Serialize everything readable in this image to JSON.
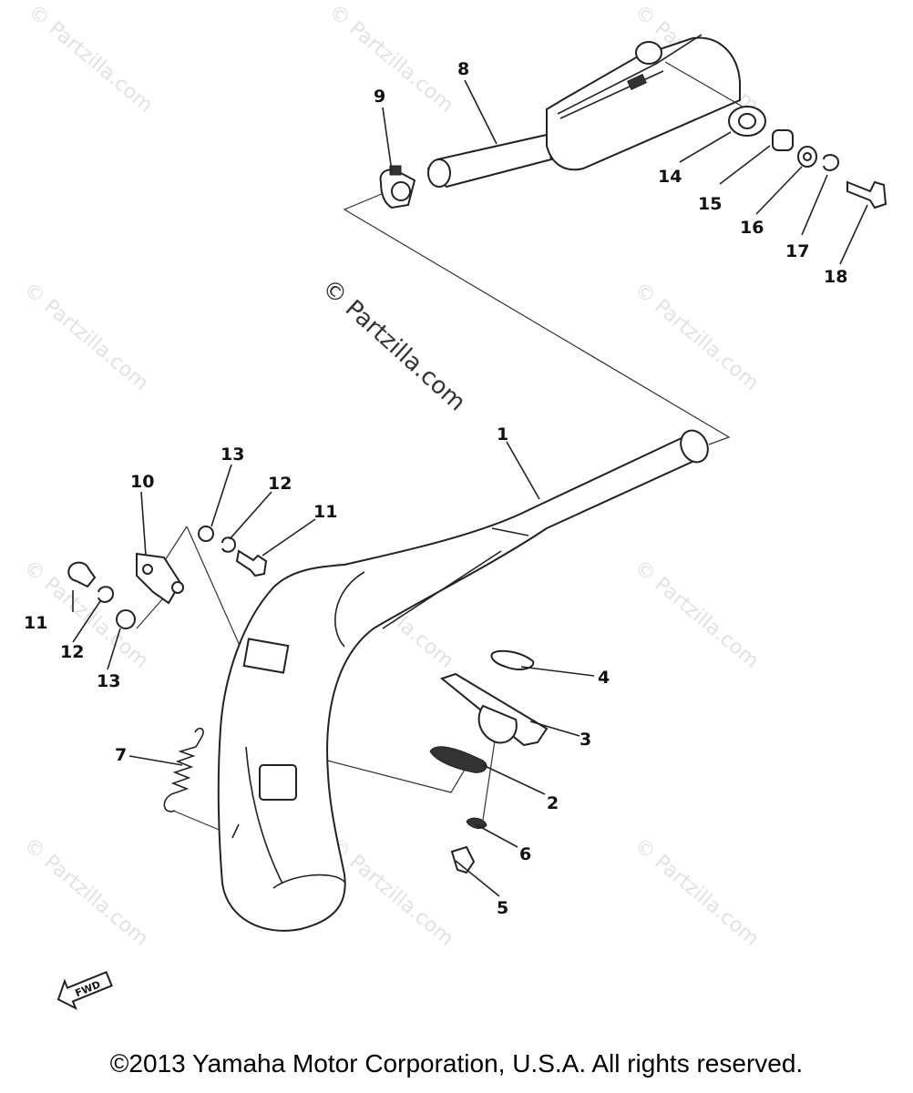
{
  "watermark": {
    "small_text": "© Partzilla.com",
    "center_text": "© Partzilla.com"
  },
  "fwd_label": "FWD",
  "callouts": [
    "1",
    "2",
    "3",
    "4",
    "5",
    "6",
    "7",
    "8",
    "9",
    "10",
    "11",
    "11",
    "12",
    "12",
    "13",
    "13",
    "14",
    "15",
    "16",
    "17",
    "18"
  ],
  "copyright": "©2013  Yamaha Motor Corporation, U.S.A. All rights reserved."
}
